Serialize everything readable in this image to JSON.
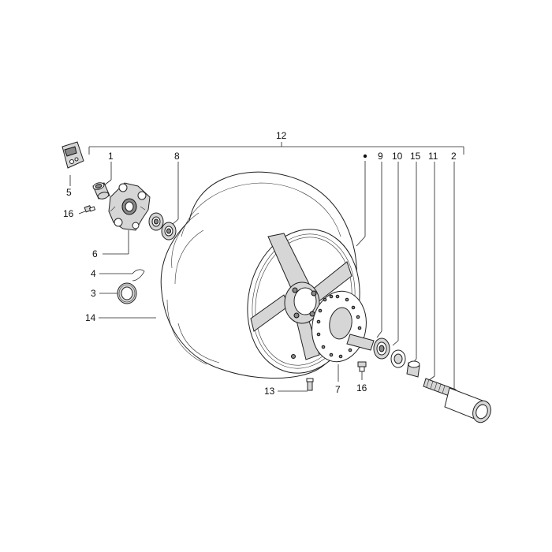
{
  "diagram": {
    "kind": "exploded-parts-view",
    "subject": "front wheel assembly",
    "callouts": [
      {
        "id": "c12",
        "label": "12"
      },
      {
        "id": "c1",
        "label": "1"
      },
      {
        "id": "c8",
        "label": "8"
      },
      {
        "id": "c9",
        "label": "9"
      },
      {
        "id": "c10",
        "label": "10"
      },
      {
        "id": "c15",
        "label": "15"
      },
      {
        "id": "c11",
        "label": "11"
      },
      {
        "id": "c2",
        "label": "2"
      },
      {
        "id": "c5",
        "label": "5"
      },
      {
        "id": "c16a",
        "label": "16"
      },
      {
        "id": "c6",
        "label": "6"
      },
      {
        "id": "c4",
        "label": "4"
      },
      {
        "id": "c3",
        "label": "3"
      },
      {
        "id": "c14",
        "label": "14"
      },
      {
        "id": "c13",
        "label": "13"
      },
      {
        "id": "c7",
        "label": "7"
      },
      {
        "id": "c16b",
        "label": "16"
      }
    ]
  }
}
